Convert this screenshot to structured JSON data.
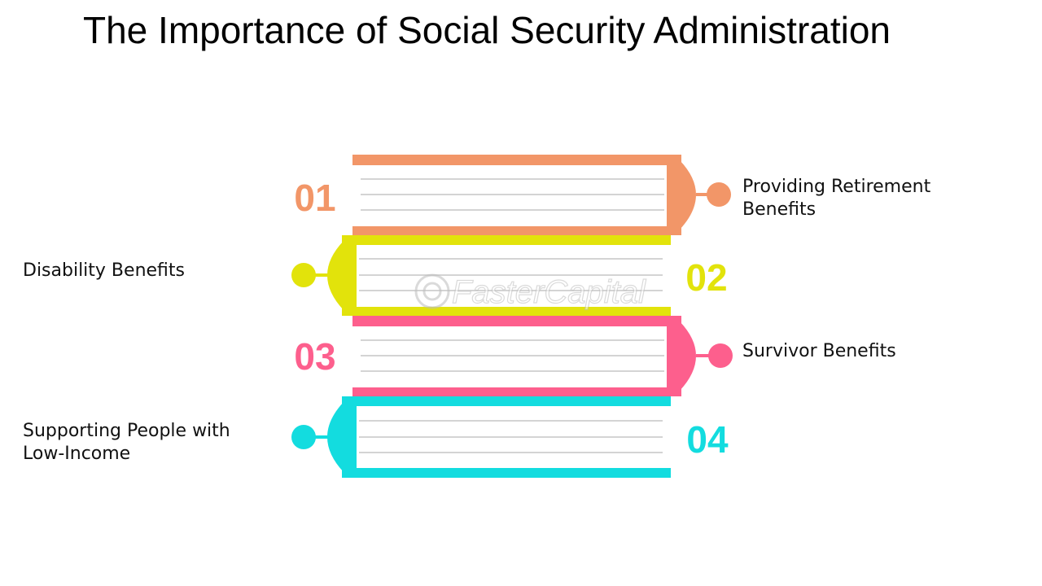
{
  "title": "The Importance of Social Security Administration",
  "watermark": "FasterCapital",
  "items": [
    {
      "number": "01",
      "label_line1": "Providing Retirement",
      "label_line2": "Benefits",
      "color": "#f29668"
    },
    {
      "number": "02",
      "label_line1": "Disability Benefits",
      "label_line2": "",
      "color": "#e2e30b"
    },
    {
      "number": "03",
      "label_line1": "Survivor Benefits",
      "label_line2": "",
      "color": "#fd5f8d"
    },
    {
      "number": "04",
      "label_line1": "Supporting People with",
      "label_line2": "Low-Income",
      "color": "#13dcdf"
    }
  ]
}
